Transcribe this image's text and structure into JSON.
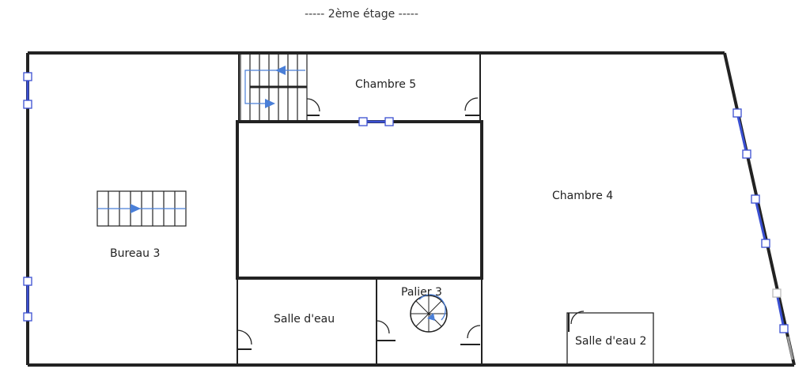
{
  "floor": {
    "title": "----- 2ème étage -----"
  },
  "rooms": {
    "chambre5": "Chambre 5",
    "chambre4": "Chambre 4",
    "bureau3": "Bureau 3",
    "salle_eau": "Salle d'eau",
    "palier3": "Palier 3",
    "salle_eau2": "Salle d'eau 2"
  },
  "colors": {
    "wall": "#222222",
    "window": "#3a4fd1",
    "arrow": "#4a7fd8",
    "stair": "#222222"
  }
}
